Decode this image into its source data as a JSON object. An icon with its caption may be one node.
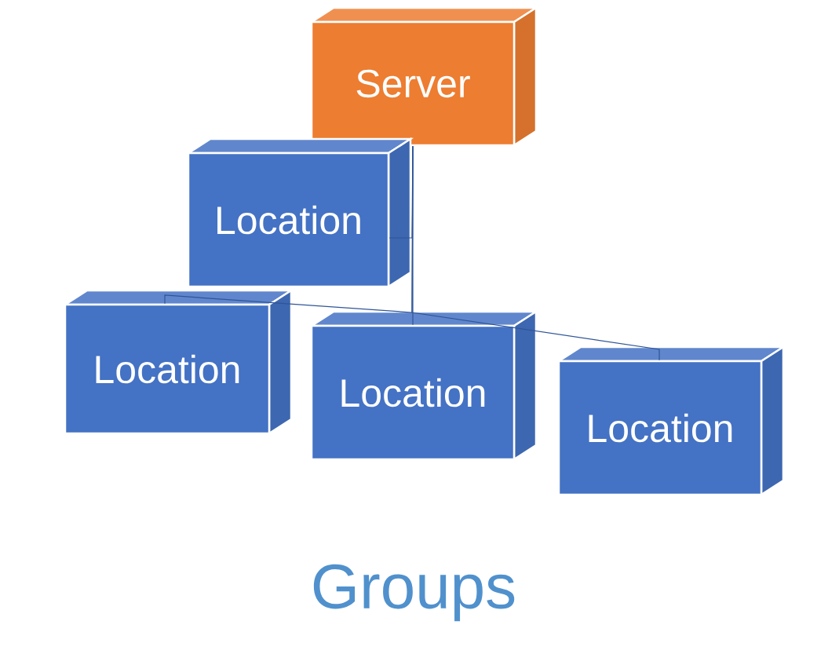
{
  "diagram": {
    "title": "Groups",
    "nodes": [
      {
        "text": [
          "Server"
        ]
      },
      {
        "text": [
          "Location"
        ]
      },
      {
        "text": [
          "Location"
        ]
      },
      {
        "text": [
          "Location"
        ]
      },
      {
        "text": [
          "Location"
        ]
      }
    ],
    "edges": [
      {
        "from": 0,
        "to": 1,
        "arrow": "none"
      },
      {
        "from": 0,
        "to": 2,
        "arrow": "none"
      },
      {
        "from": 0,
        "to": 3,
        "arrow": "none"
      },
      {
        "from": 0,
        "to": 4,
        "arrow": "none"
      }
    ]
  }
}
